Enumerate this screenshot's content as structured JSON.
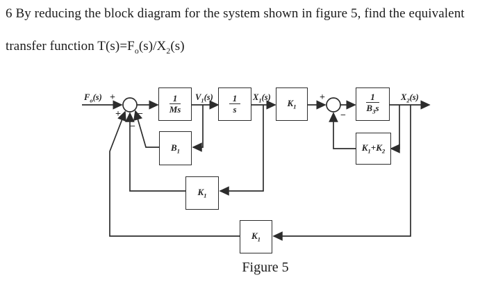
{
  "problem": {
    "line1": "6 By reducing the block diagram for the system shown in figure 5, find the equivalent",
    "line2_prefix": "transfer function T(s)=F",
    "line2_sub1": "o",
    "line2_mid": "(s)/X",
    "line2_sub2": "2",
    "line2_suffix": "(s)"
  },
  "figure": {
    "caption": "Figure 5",
    "colors": {
      "line": "#2c2c2c",
      "text": "#222222"
    },
    "labels": {
      "input": {
        "base": "F",
        "sub": "o",
        "tail": "(s)"
      },
      "v1": {
        "base": "V",
        "sub": "1",
        "tail": "(s)"
      },
      "x1": {
        "base": "X",
        "sub": "1",
        "tail": "(s)"
      },
      "x2": {
        "base": "X",
        "sub": "2",
        "tail": "(s)"
      }
    },
    "blocks": {
      "ms": {
        "num": "1",
        "den": "Ms"
      },
      "s": {
        "num": "1",
        "den": "s"
      },
      "k1_forward": {
        "base": "K",
        "sub": "1"
      },
      "b3s": {
        "num": "1",
        "den_base": "B",
        "den_sub": "3",
        "den_tail": "s"
      },
      "b1": {
        "base": "B",
        "sub": "1"
      },
      "k1_plus_k2": {
        "t1": "K",
        "s1": "1",
        "op": "+",
        "t2": "K",
        "s2": "2"
      },
      "k1_middle": {
        "base": "K",
        "sub": "1"
      },
      "k1_bottom": {
        "base": "K",
        "sub": "1"
      }
    },
    "signs": {
      "j1_input": "+",
      "j1_bottom_left": "+",
      "j1_bottom_center": "−",
      "j1_bottom_right": "−",
      "j2_input": "+",
      "j2_bottom": "−"
    }
  }
}
